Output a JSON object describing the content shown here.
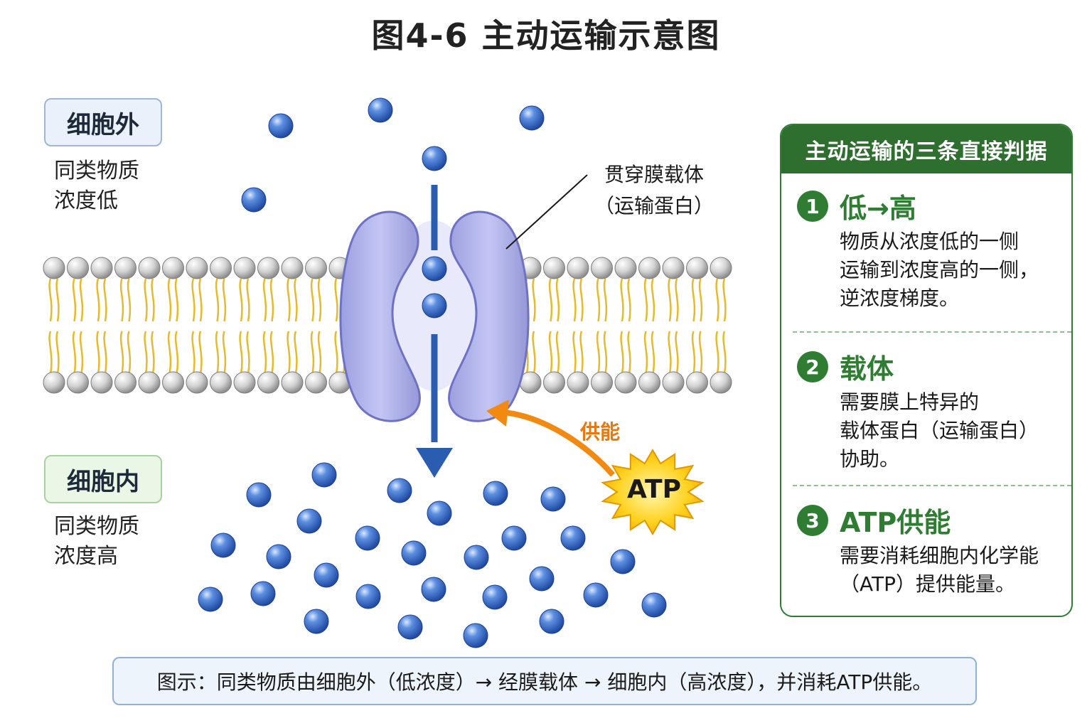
{
  "title": "图4-6  主动运输示意图",
  "outside": {
    "label": "细胞外",
    "desc": [
      "同类物质",
      "浓度低"
    ]
  },
  "inside": {
    "label": "细胞内",
    "desc": [
      "同类物质",
      "浓度高"
    ]
  },
  "carrier_label": [
    "贯穿膜载体",
    "（运输蛋白）"
  ],
  "energy_label": "供能",
  "atp_label": "ATP",
  "panel": {
    "header": "主动运输的三条直接判据",
    "criteria": [
      {
        "num": "1",
        "title": "低→高",
        "body": [
          "物质从浓度低的一侧",
          "运输到浓度高的一侧，",
          "逆浓度梯度。"
        ]
      },
      {
        "num": "2",
        "title": "载体",
        "body": [
          "需要膜上特异的",
          "载体蛋白（运输蛋白）",
          "协助。"
        ]
      },
      {
        "num": "3",
        "title": "ATP供能",
        "body": [
          "需要消耗细胞内化学能",
          "（ATP）提供能量。"
        ]
      }
    ]
  },
  "caption": "图示：同类物质由细胞外（低浓度）→ 经膜载体 → 细胞内（高浓度），并消耗ATP供能。",
  "colors": {
    "molecule": "#3a6fcf",
    "protein": "#b3b6ec",
    "arrow": "#2a5db0",
    "energy_arrow": "#f28a12",
    "lipid_tail": "#e7b92c",
    "panel_green": "#2e7d32"
  }
}
